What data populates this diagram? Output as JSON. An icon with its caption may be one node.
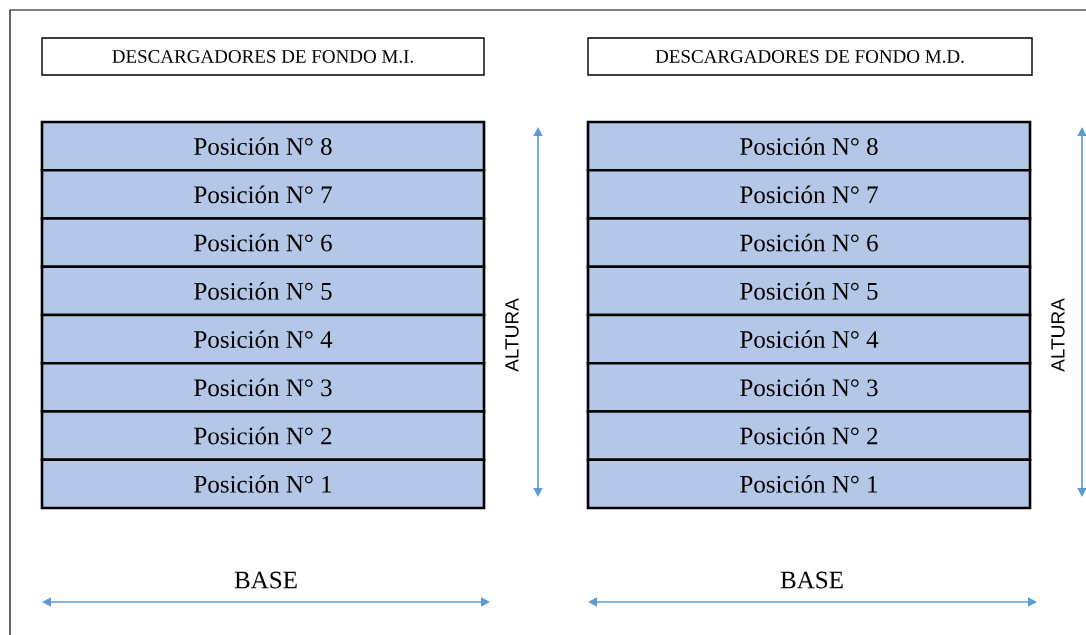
{
  "diagram": {
    "nodes": [
      {
        "text": [
          "DESCARGADORES DE FONDO M.I."
        ]
      },
      {
        "text": [
          "DESCARGADORES DE FONDO M.D."
        ]
      },
      {
        "text": [
          "Posición N° 8"
        ]
      },
      {
        "text": [
          "Posición N° 7"
        ]
      },
      {
        "text": [
          "Posición N° 6"
        ]
      },
      {
        "text": [
          "Posición N° 5"
        ]
      },
      {
        "text": [
          "Posición N° 4"
        ]
      },
      {
        "text": [
          "Posición N° 3"
        ]
      },
      {
        "text": [
          "Posición N° 2"
        ]
      },
      {
        "text": [
          "Posición N° 1"
        ]
      },
      {
        "text": [
          "Posición N° 8"
        ]
      },
      {
        "text": [
          "Posición N° 7"
        ]
      },
      {
        "text": [
          "Posición N° 6"
        ]
      },
      {
        "text": [
          "Posición N° 5"
        ]
      },
      {
        "text": [
          "Posición N° 4"
        ]
      },
      {
        "text": [
          "Posición N° 3"
        ]
      },
      {
        "text": [
          "Posición N° 2"
        ]
      },
      {
        "text": [
          "Posición N° 1"
        ]
      }
    ],
    "labels": [
      "ALTURA",
      "ALTURA",
      "BASE",
      "BASE"
    ]
  }
}
